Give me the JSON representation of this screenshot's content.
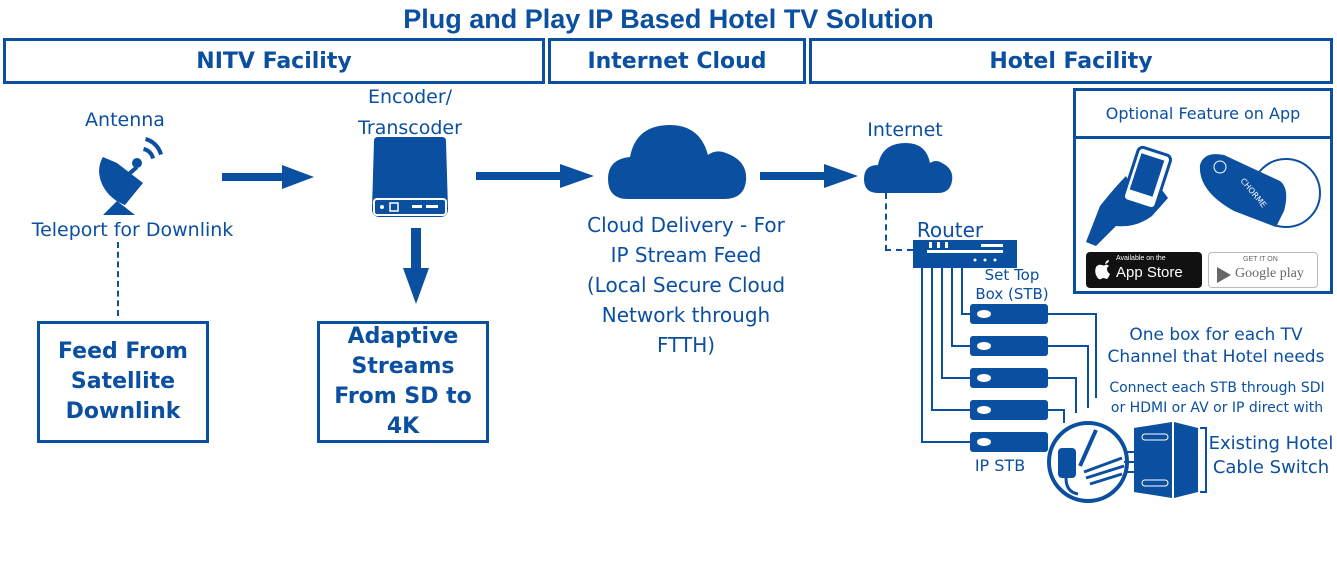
{
  "title": "Plug and Play IP Based Hotel TV Solution",
  "sections": [
    {
      "label": "NITV Facility"
    },
    {
      "label": "Internet Cloud"
    },
    {
      "label": "Hotel Facility"
    }
  ],
  "nodes": {
    "antenna": {
      "label": "Antenna",
      "sublabel": "Teleport for Downlink",
      "icon": "satellite-dish-icon"
    },
    "encoder": {
      "label_line1": "Encoder/",
      "label_line2": "Transcoder",
      "icon": "encoder-device-icon"
    },
    "cloud": {
      "line1": "Cloud Delivery - For",
      "line2": "IP Stream Feed",
      "line3": "(Local Secure Cloud",
      "line4": "Network through",
      "line5": "FTTH)",
      "icon": "cloud-icon"
    },
    "internet": {
      "label": "Internet",
      "icon": "cloud-icon"
    },
    "router": {
      "label": "Router",
      "icon": "router-icon"
    },
    "stb": {
      "label_line1": "Set Top",
      "label_line2": "Box (STB)",
      "bottom_label": "IP STB",
      "count": 5
    },
    "switch": {
      "line1": "Existing Hotel",
      "line2": "Cable Switch"
    }
  },
  "boxes": {
    "satellite": {
      "line1": "Feed From",
      "line2": "Satellite",
      "line3": "Downlink"
    },
    "adaptive": {
      "line1": "Adaptive",
      "line2": "Streams",
      "line3": "From SD to",
      "line4": "4K"
    }
  },
  "notes": {
    "one_box_line1": "One box for each TV",
    "one_box_line2": "Channel that Hotel needs",
    "connect_line1": "Connect each STB through SDI",
    "connect_line2": "or HDMI or AV or IP direct with"
  },
  "app_feature": {
    "title": "Optional Feature on App",
    "dongle_text": "CHORME",
    "app_store": {
      "small": "Available on the",
      "big": "App Store"
    },
    "google_play": {
      "small": "GET IT ON",
      "big": "Google play"
    }
  },
  "colors": {
    "primary": "#0b4fa0",
    "background": "#ffffff"
  }
}
